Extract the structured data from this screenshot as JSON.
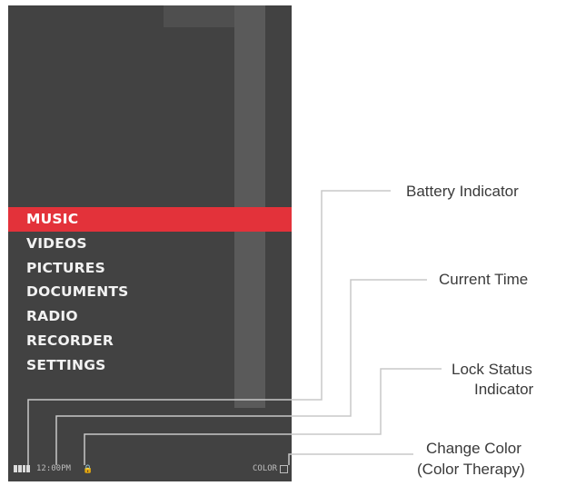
{
  "menu": {
    "items": [
      {
        "label": "MUSIC",
        "selected": true
      },
      {
        "label": "VIDEOS",
        "selected": false
      },
      {
        "label": "PICTURES",
        "selected": false
      },
      {
        "label": "DOCUMENTS",
        "selected": false
      },
      {
        "label": "RADIO",
        "selected": false
      },
      {
        "label": "RECORDER",
        "selected": false
      },
      {
        "label": "SETTINGS",
        "selected": false
      }
    ],
    "selected_color": "#e3323a"
  },
  "status_bar": {
    "time": "12:00PM",
    "color_label": "COLOR",
    "battery_icon": "battery-icon",
    "lock_icon": "lock-icon"
  },
  "callouts": {
    "battery": "Battery Indicator",
    "time": "Current Time",
    "lock_line1": "Lock Status",
    "lock_line2": "Indicator",
    "color_line1": "Change Color",
    "color_line2": "(Color Therapy)"
  }
}
